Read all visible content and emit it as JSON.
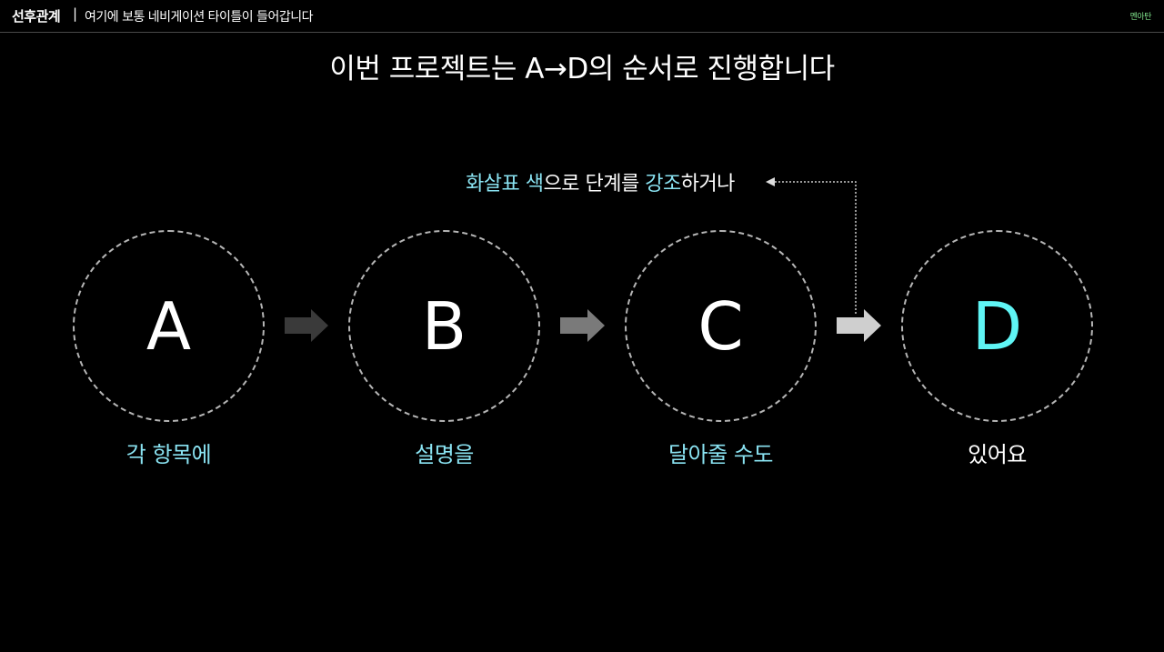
{
  "header": {
    "brand": "선후관계",
    "separator": "|",
    "nav_title": "여기에 보통 네비게이션 타이틀이 들어갑니다",
    "corner_label": "멘아탄"
  },
  "slide": {
    "title": "이번 프로젝트는 A→D의 순서로 진행합니다",
    "annotation": {
      "part1": "화살표 색",
      "part2": "으로 단계를 ",
      "part3": "강조",
      "part4": "하거나"
    },
    "steps": [
      {
        "letter": "A",
        "caption": "각 항목에"
      },
      {
        "letter": "B",
        "caption": "설명을"
      },
      {
        "letter": "C",
        "caption": "달아줄 수도"
      },
      {
        "letter": "D",
        "caption": "있어요"
      }
    ]
  },
  "colors": {
    "background": "#000000",
    "accent_cyan": "#5ff5f5",
    "caption_cyan": "#8ae3f2",
    "arrow_1": "#3a3a3a",
    "arrow_2": "#7a7a7a",
    "arrow_3": "#cfcfcf",
    "corner_green": "#7ee08a"
  }
}
